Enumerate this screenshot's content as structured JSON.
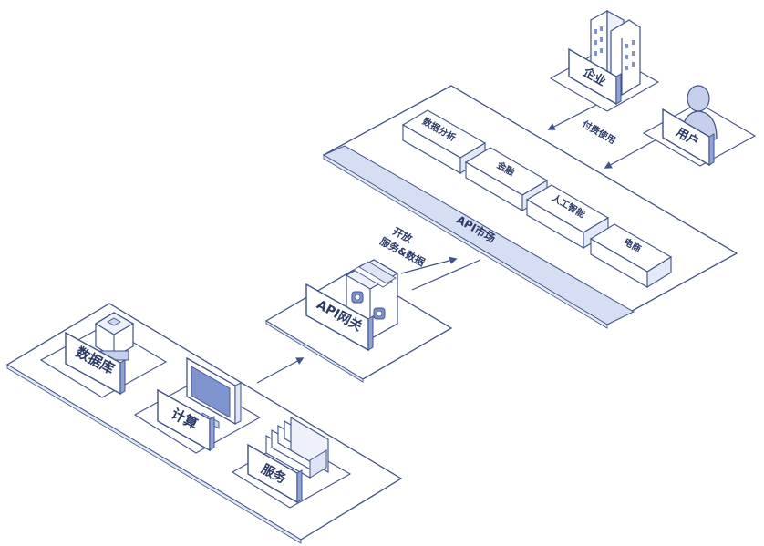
{
  "diagram": {
    "data_sources": {
      "database_label": "数据库",
      "compute_label": "计算",
      "service_label": "服务"
    },
    "gateway": {
      "label": "API网关",
      "edge_label_line1": "开放",
      "edge_label_line2": "服务&数据"
    },
    "market": {
      "strip_label": "API市场",
      "modules": [
        "数据分析",
        "金融",
        "人工智能",
        "电商"
      ],
      "edge_label": "付费使用"
    },
    "consumers": {
      "enterprise_label": "企业",
      "user_label": "用户"
    },
    "colors": {
      "stroke": "#3f5289",
      "panel": "#ffffff",
      "strip": "#d6def3",
      "accent": "#8fa3d9",
      "screen": "#7f93cf"
    }
  }
}
